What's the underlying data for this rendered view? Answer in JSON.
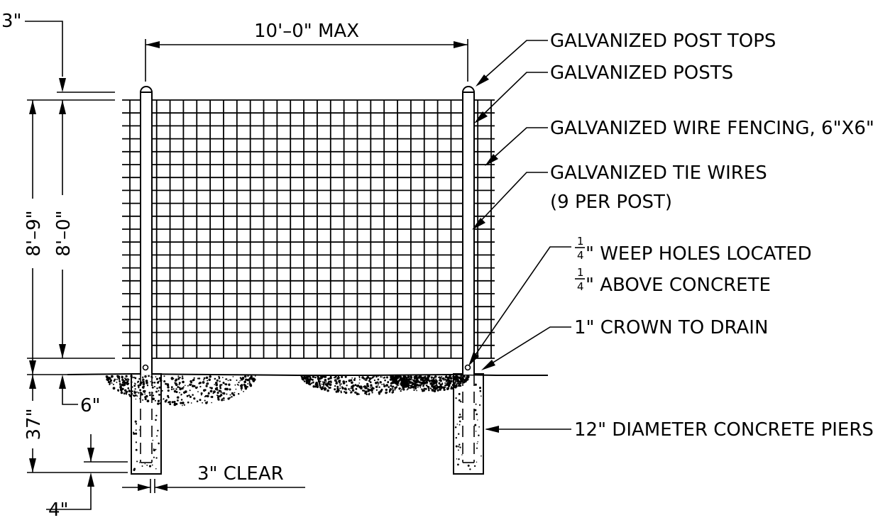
{
  "dimensions": {
    "span": "10'–0\" MAX",
    "post_top_offset": "3\"",
    "total_height": "8'–9\"",
    "fence_height": "8'–0\"",
    "pier_depth": "37\"",
    "grade_to_weep": "6\"",
    "bottom_clear": "4\"",
    "side_clear": "3\" CLEAR"
  },
  "callouts": {
    "post_tops": "GALVANIZED POST TOPS",
    "posts": "GALVANIZED POSTS",
    "wire_fencing": "GALVANIZED WIRE FENCING, 6\"X6\"",
    "tie_wires": "GALVANIZED TIE WIRES",
    "tie_wires_count": "(9 PER POST)",
    "weep_fraction_num": "1",
    "weep_fraction_den": "4",
    "weep_line1_suffix": "\" WEEP HOLES LOCATED",
    "weep_line2_suffix": "\" ABOVE CONCRETE",
    "crown": "1\" CROWN TO DRAIN",
    "piers": "12\" DIAMETER CONCRETE PIERS"
  },
  "mesh": {
    "spacing": "6\"X6\""
  },
  "colors": {
    "ink": "#000000",
    "background": "#ffffff"
  }
}
